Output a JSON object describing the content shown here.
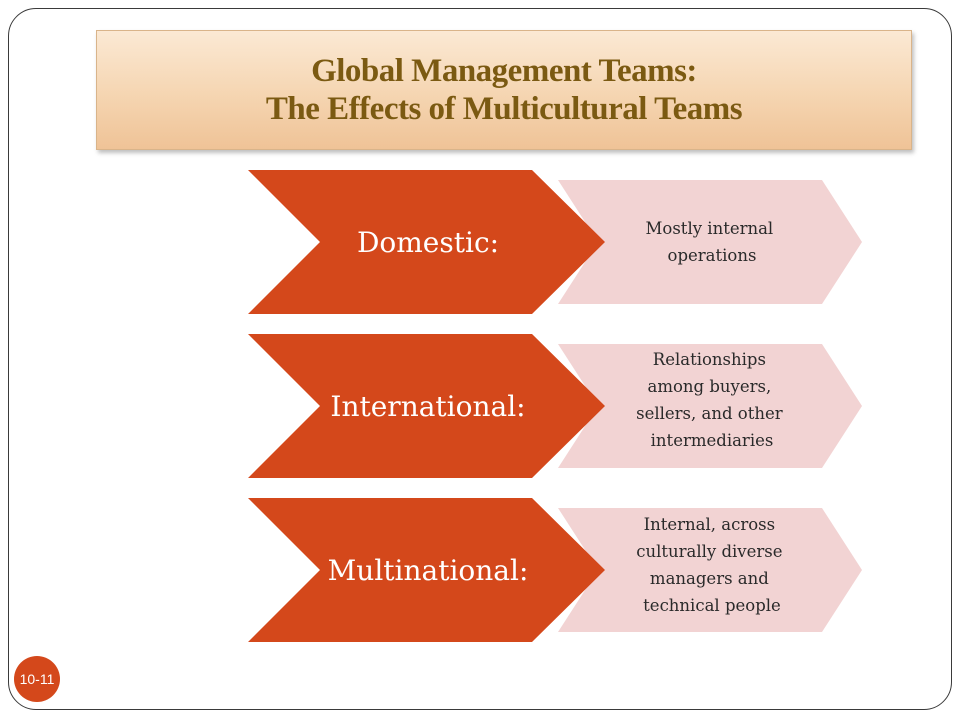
{
  "title": {
    "line1": "Global Management Teams:",
    "line2": "The Effects of Multicultural Teams"
  },
  "rows": [
    {
      "label": "Domestic:",
      "description": [
        "Mostly internal",
        "operations"
      ]
    },
    {
      "label": "International:",
      "description": [
        "Relationships",
        "among buyers,",
        "sellers, and other",
        "intermediaries"
      ]
    },
    {
      "label": "Multinational:",
      "description": [
        "Internal, across",
        "culturally diverse",
        "managers and",
        "technical people"
      ]
    }
  ],
  "page_number": "10-11",
  "colors": {
    "chevron_primary": "#d4481b",
    "chevron_secondary": "#f2d3d3",
    "title_text": "#7b5a12"
  }
}
